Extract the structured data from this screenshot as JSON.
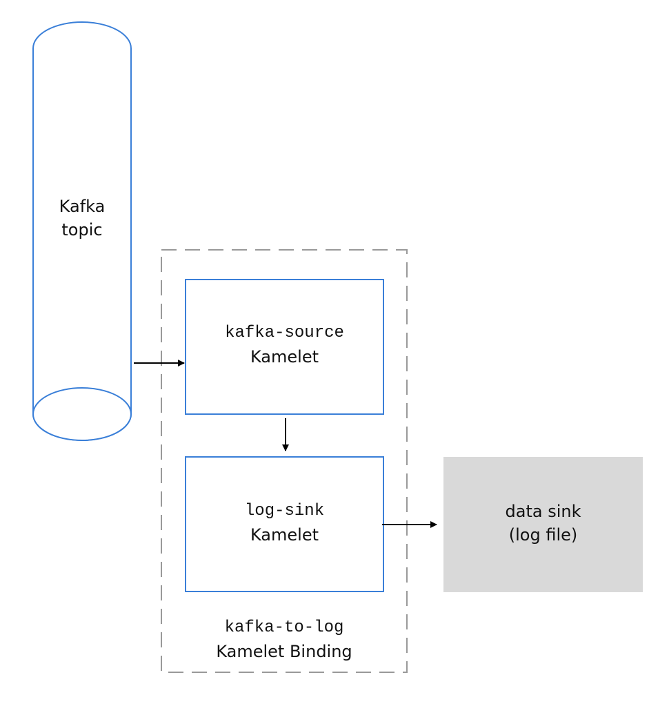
{
  "colors": {
    "accent": "#3a7fd8",
    "arrow": "#000000",
    "dashed_border": "#999999",
    "sink_fill": "#d9d9d9"
  },
  "kafka_topic": {
    "line1": "Kafka",
    "line2": "topic"
  },
  "source_kamelet": {
    "name": "kafka-source",
    "kind": "Kamelet"
  },
  "sink_kamelet": {
    "name": "log-sink",
    "kind": "Kamelet"
  },
  "binding": {
    "name": "kafka-to-log",
    "kind": "Kamelet Binding"
  },
  "data_sink": {
    "line1": "data sink",
    "line2": "(log file)"
  }
}
